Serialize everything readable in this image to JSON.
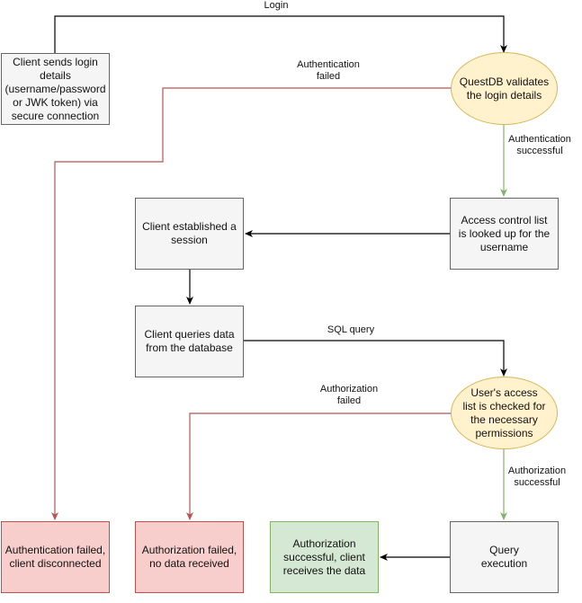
{
  "nodes": {
    "client_login": "Client sends login\ndetails\n(username/password\nor JWK token) via\nsecure connection",
    "questdb_validates": "QuestDB validates\nthe login details",
    "acl_lookup": "Access control list\nis looked up for the\nusername",
    "session": "Client established a\nsession",
    "queries": "Client queries data\nfrom the database",
    "access_check": "User's access\nlist is checked for\nthe necessary\npermissions",
    "auth_failed": "Authentication failed,\nclient disconnected",
    "authz_failed": "Authorization failed,\nno data received",
    "authz_success": "Authorization\nsuccessful, client\nreceives the data",
    "query_exec": "Query\nexecution"
  },
  "edges": {
    "login": "Login",
    "authentication_failed": "Authentication\nfailed",
    "authentication_successful": "Authentication\nsuccessful",
    "sql_query": "SQL query",
    "authorization_failed": "Authorization\nfailed",
    "authorization_successful": "Authorization\nsuccessful"
  },
  "colors": {
    "neutral_edge": "#000000",
    "failure_edge": "#b85450",
    "success_edge": "#82b366"
  }
}
